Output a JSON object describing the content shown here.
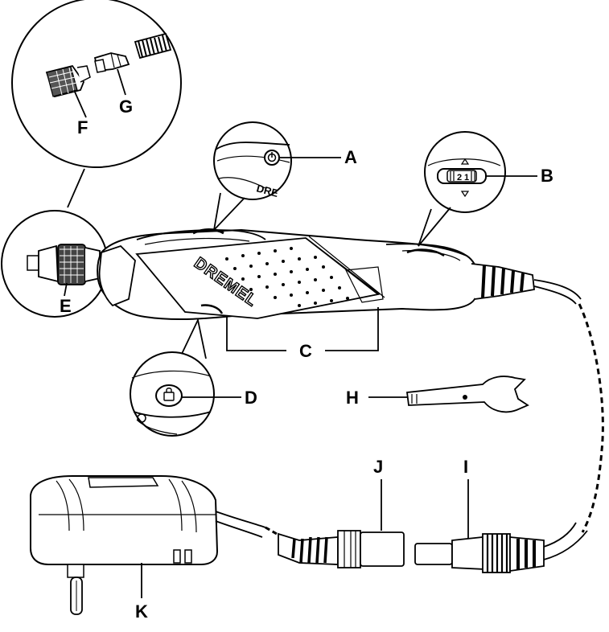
{
  "labels": {
    "A": "A",
    "B": "B",
    "C": "C",
    "D": "D",
    "E": "E",
    "F": "F",
    "G": "G",
    "H": "H",
    "I": "I",
    "J": "J",
    "K": "K"
  },
  "brand": {
    "logo_text": "DREMEL",
    "logo_partial": "DRE"
  },
  "speed_switch": {
    "setting_high": "2",
    "setting_low": "1"
  }
}
